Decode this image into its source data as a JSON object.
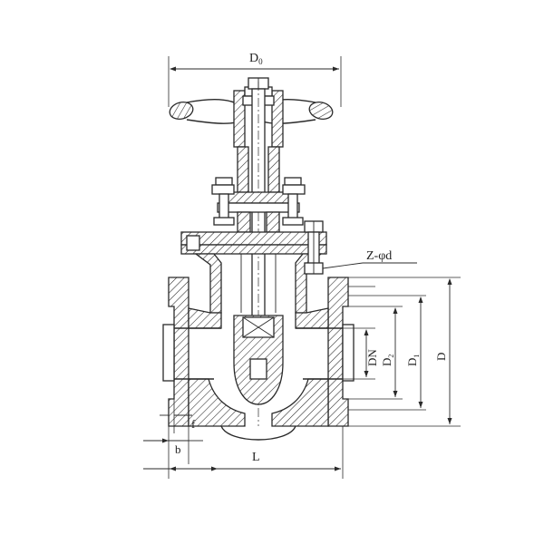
{
  "labels": {
    "handwheel_diameter": "D",
    "handwheel_diameter_sub": "0",
    "bolt_spec": "Z-φd",
    "nominal_diameter": "DN",
    "raised_face_diameter": "D",
    "raised_face_diameter_sub": "2",
    "bolt_circle_diameter": "D",
    "bolt_circle_diameter_sub": "1",
    "flange_diameter": "D",
    "face_to_face_length": "L",
    "flange_thickness": "b",
    "raised_face_height": "f"
  }
}
